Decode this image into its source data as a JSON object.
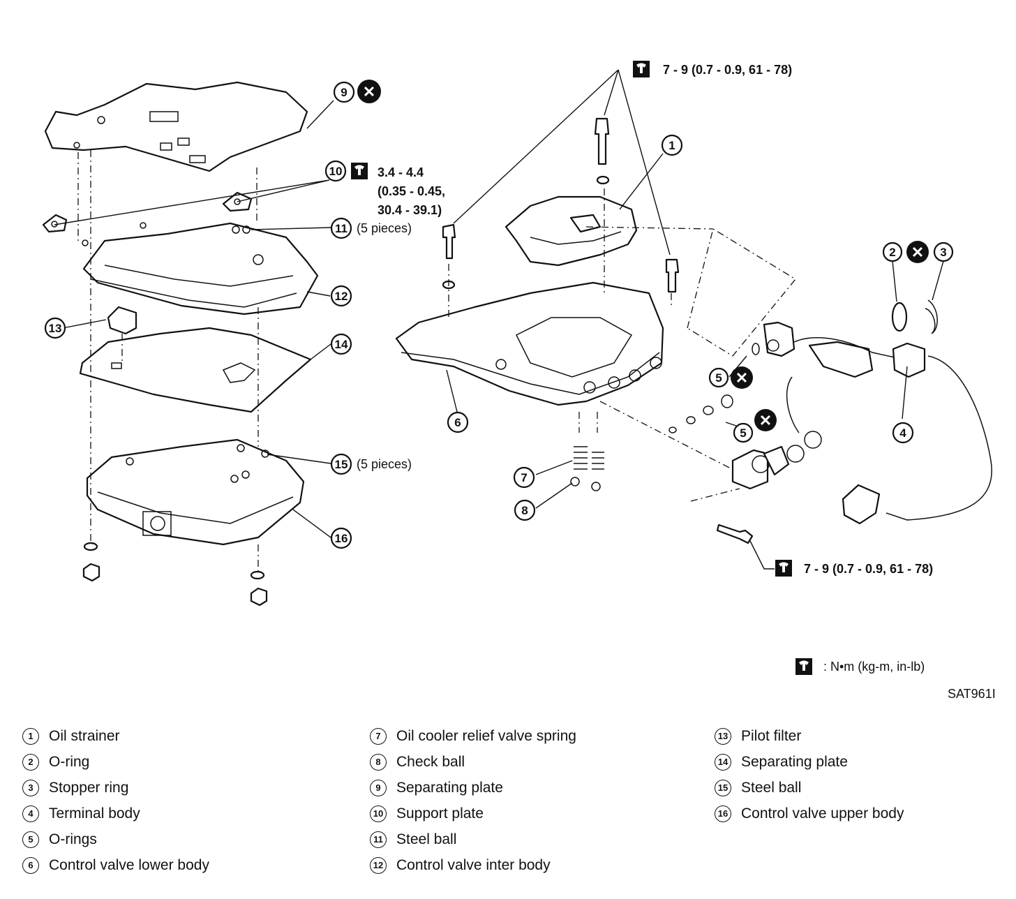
{
  "torque_specs": {
    "top_right": "7 - 9 (0.7 - 0.9, 61 - 78)",
    "support_plate_line1": "3.4 - 4.4",
    "support_plate_line2": "(0.35 - 0.45,",
    "support_plate_line3": "30.4 - 39.1)",
    "bottom_right": "7 - 9 (0.7 - 0.9, 61 - 78)"
  },
  "callouts": {
    "n1": "1",
    "n2": "2",
    "n3": "3",
    "n4": "4",
    "n5a": "5",
    "n5b": "5",
    "n6": "6",
    "n7": "7",
    "n8": "8",
    "n9": "9",
    "n10": "10",
    "n11": "11",
    "n12": "12",
    "n13": "13",
    "n14": "14",
    "n15": "15",
    "n16": "16"
  },
  "piece_notes": {
    "steel_ball_11": "(5 pieces)",
    "steel_ball_15": "(5 pieces)"
  },
  "unit_note": ": N•m (kg-m, in-lb)",
  "figure_code": "SAT961I",
  "icons": {
    "torque": "torque-wrench-icon",
    "replace": "do-not-reuse-x-icon"
  },
  "legend": {
    "col1": [
      {
        "num": "1",
        "text": "Oil strainer"
      },
      {
        "num": "2",
        "text": "O-ring"
      },
      {
        "num": "3",
        "text": "Stopper ring"
      },
      {
        "num": "4",
        "text": "Terminal body"
      },
      {
        "num": "5",
        "text": "O-rings"
      },
      {
        "num": "6",
        "text": "Control valve lower body"
      }
    ],
    "col2": [
      {
        "num": "7",
        "text": "Oil cooler relief valve spring"
      },
      {
        "num": "8",
        "text": "Check ball"
      },
      {
        "num": "9",
        "text": "Separating plate"
      },
      {
        "num": "10",
        "text": "Support plate"
      },
      {
        "num": "11",
        "text": "Steel ball"
      },
      {
        "num": "12",
        "text": "Control valve inter body"
      }
    ],
    "col3": [
      {
        "num": "13",
        "text": "Pilot filter"
      },
      {
        "num": "14",
        "text": "Separating plate"
      },
      {
        "num": "15",
        "text": "Steel ball"
      },
      {
        "num": "16",
        "text": "Control valve upper body"
      }
    ]
  }
}
